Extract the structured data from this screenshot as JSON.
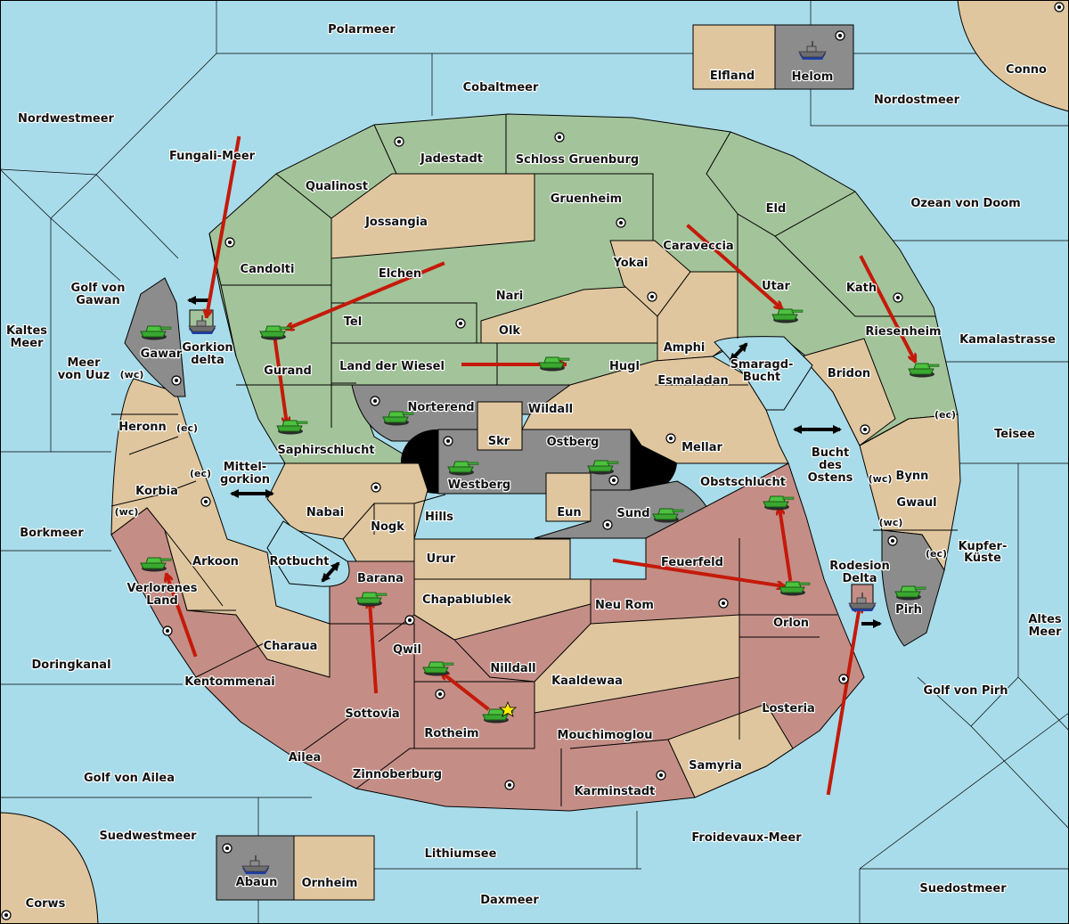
{
  "colors": {
    "sea": "#a8dcea",
    "player_green": "#a3c49a",
    "player_red": "#c48e86",
    "neutral_tan": "#e0c69e",
    "player_grey": "#8c8c8c",
    "order_arrow": "#c41a0a",
    "tank": "#3aa830",
    "star": "#ffee00"
  },
  "icons": {
    "supply_center": "supply-center-icon",
    "army": "tank-icon",
    "fleet": "battleship-icon",
    "selected": "star-icon",
    "convoy": "double-arrow-icon"
  },
  "seas": [
    {
      "name": "Polarmeer"
    },
    {
      "name": "Cobaltmeer"
    },
    {
      "name": "Nordwestmeer"
    },
    {
      "name": "Nordostmeer"
    },
    {
      "name": "Fungali-Meer"
    },
    {
      "name": "Ozean von Doom"
    },
    {
      "name": "Golf von Gawan"
    },
    {
      "name": "Kaltes Meer"
    },
    {
      "name": "Meer von Uuz"
    },
    {
      "name": "Kamalastrasse"
    },
    {
      "name": "Teisee"
    },
    {
      "name": "Borkmeer"
    },
    {
      "name": "Kupfer-Küste"
    },
    {
      "name": "Altes Meer"
    },
    {
      "name": "Doringkanal"
    },
    {
      "name": "Golf von Pirh"
    },
    {
      "name": "Golf von Ailea"
    },
    {
      "name": "Suedwestmeer"
    },
    {
      "name": "Lithiumsee"
    },
    {
      "name": "Froidevaux-Meer"
    },
    {
      "name": "Daxmeer"
    },
    {
      "name": "Suedostmeer"
    },
    {
      "name": "Mittel-gorkion"
    },
    {
      "name": "Smaragd-Bucht"
    },
    {
      "name": "Bucht des Ostens"
    },
    {
      "name": "Rotbucht"
    },
    {
      "name": "Gorkion delta"
    },
    {
      "name": "Rodesion Delta"
    }
  ],
  "labels": {
    "polarmeer": "Polarmeer",
    "cobaltmeer": "Cobaltmeer",
    "nordwestmeer": "Nordwestmeer",
    "nordostmeer": "Nordostmeer",
    "fungali": "Fungali-Meer",
    "ozean": "Ozean von Doom",
    "gawan1": "Golf von",
    "gawan2": "Gawan",
    "kaltes1": "Kaltes",
    "kaltes2": "Meer",
    "uuz1": "Meer",
    "uuz2": "von Uuz",
    "kamala": "Kamalastrasse",
    "teisee": "Teisee",
    "borkmeer": "Borkmeer",
    "kupfer1": "Kupfer-",
    "kupfer2": "Küste",
    "altes1": "Altes",
    "altes2": "Meer",
    "doring": "Doringkanal",
    "golfpirh": "Golf von Pirh",
    "ailea_golf": "Golf von Ailea",
    "suedwest": "Suedwestmeer",
    "lithium": "Lithiumsee",
    "froide": "Froidevaux-Meer",
    "dax": "Daxmeer",
    "suedost": "Suedostmeer",
    "mittel1": "Mittel-",
    "mittel2": "gorkion",
    "smaragd1": "Smaragd-",
    "smaragd2": "Bucht",
    "bucht1": "Bucht",
    "bucht2": "des",
    "bucht3": "Ostens",
    "rotbucht": "Rotbucht",
    "gorkion1": "Gorkion",
    "gorkion2": "delta",
    "rodesion1": "Rodesion",
    "rodesion2": "Delta",
    "elfland": "Elfland",
    "helom": "Helom",
    "conno": "Conno",
    "corws": "Corws",
    "abaun": "Abaun",
    "ornheim": "Ornheim",
    "jadestadt": "Jadestadt",
    "schloss": "Schloss Gruenburg",
    "qualinost": "Qualinost",
    "jossangia": "Jossangia",
    "gruenheim": "Gruenheim",
    "eld": "Eld",
    "candolti": "Candolti",
    "elchen": "Elchen",
    "caraveccia": "Caraveccia",
    "yokai": "Yokai",
    "nari": "Nari",
    "utar": "Utar",
    "kath": "Kath",
    "tel": "Tel",
    "olk": "Olk",
    "amphi": "Amphi",
    "riesenheim": "Riesenheim",
    "gawar": "Gawar",
    "gurand": "Gurand",
    "wiesel": "Land der Wiesel",
    "hugl": "Hugl",
    "esmaladan": "Esmaladan",
    "bridon": "Bridon",
    "heronn": "Heronn",
    "norterend": "Norterend",
    "wildall": "Wildall",
    "skr": "Skr",
    "ostberg": "Ostberg",
    "mellar": "Mellar",
    "saphir": "Saphirschlucht",
    "westberg": "Westberg",
    "bynn": "Bynn",
    "korbia": "Korbia",
    "obst": "Obstschlucht",
    "eun": "Eun",
    "sund": "Sund",
    "gwaul": "Gwaul",
    "nabai": "Nabai",
    "hills": "Hills",
    "nogk": "Nogk",
    "arkoon": "Arkoon",
    "urur": "Urur",
    "feuerfeld": "Feuerfeld",
    "barana": "Barana",
    "verlorenes1": "Verlorenes",
    "verlorenes2": "Land",
    "pirh": "Pirh",
    "chapa": "Chapablublek",
    "neurom": "Neu Rom",
    "orlon": "Orlon",
    "charaua": "Charaua",
    "qwil": "Qwil",
    "nilldall": "Nilldall",
    "kentommenai": "Kentommenai",
    "kaaldewaa": "Kaaldewaa",
    "sottovia": "Sottovia",
    "losteria": "Losteria",
    "rotheim": "Rotheim",
    "mouchi": "Mouchimoglou",
    "ailea": "Ailea",
    "samyria": "Samyria",
    "zinnoberburg": "Zinnoberburg",
    "karminstadt": "Karminstadt",
    "wc": "(wc)",
    "ec": "(ec)"
  },
  "units": [
    {
      "type": "army",
      "location": "Gawar"
    },
    {
      "type": "fleet",
      "location": "Gorkion delta"
    },
    {
      "type": "army",
      "location": "Gurand"
    },
    {
      "type": "army",
      "location": "Saphirschlucht"
    },
    {
      "type": "army",
      "location": "Hugl"
    },
    {
      "type": "army",
      "location": "Norterend"
    },
    {
      "type": "army",
      "location": "Westberg"
    },
    {
      "type": "army",
      "location": "Ostberg"
    },
    {
      "type": "army",
      "location": "Sund"
    },
    {
      "type": "army",
      "location": "Utar"
    },
    {
      "type": "army",
      "location": "Riesenheim"
    },
    {
      "type": "army",
      "location": "Obstschlucht"
    },
    {
      "type": "army",
      "location": "Orlon"
    },
    {
      "type": "fleet",
      "location": "Rodesion Delta"
    },
    {
      "type": "army",
      "location": "Pirh"
    },
    {
      "type": "army",
      "location": "Verlorenes Land"
    },
    {
      "type": "army",
      "location": "Barana"
    },
    {
      "type": "army",
      "location": "Qwil"
    },
    {
      "type": "army",
      "location": "Rotheim",
      "selected": true
    },
    {
      "type": "fleet",
      "location": "Helom"
    },
    {
      "type": "fleet",
      "location": "Abaun"
    }
  ]
}
